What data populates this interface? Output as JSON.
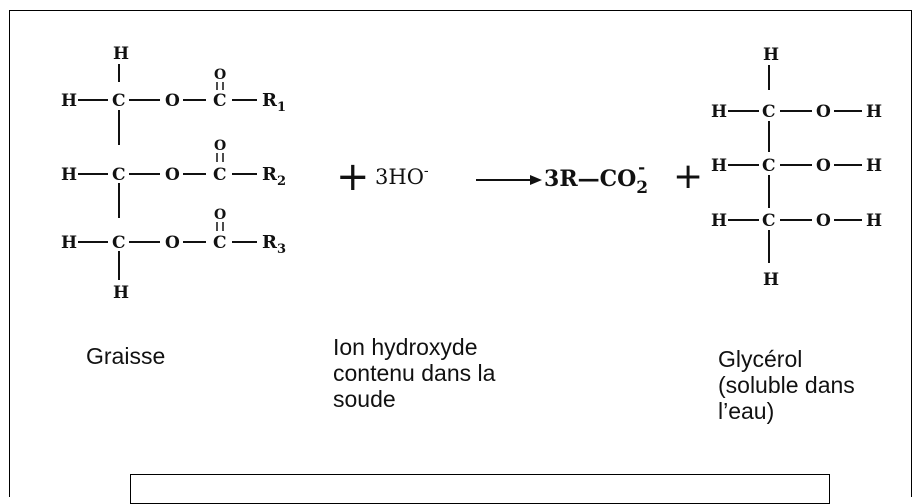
{
  "fat": {
    "h_top": "H",
    "h_bottom": "H",
    "rows": [
      {
        "h": "H",
        "c": "C",
        "o": "O",
        "carbonyl_o": "O",
        "carbonyl_c": "C",
        "r": "R",
        "sub": "1"
      },
      {
        "h": "H",
        "c": "C",
        "o": "O",
        "carbonyl_o": "O",
        "carbonyl_c": "C",
        "r": "R",
        "sub": "2"
      },
      {
        "h": "H",
        "c": "C",
        "o": "O",
        "carbonyl_o": "O",
        "carbonyl_c": "C",
        "r": "R",
        "sub": "3"
      }
    ]
  },
  "reaction": {
    "plus_1": "+",
    "hydroxide_coef": "3",
    "hydroxide": "HO",
    "hydroxide_charge": "-",
    "product_coef": "3",
    "carboxylate": "R—CO",
    "carboxylate_sub": "2",
    "carboxylate_charge": "-",
    "plus_2": "+"
  },
  "glycerol": {
    "h_top": "H",
    "h_bottom": "H",
    "rows": [
      {
        "h": "H",
        "c": "C",
        "o": "O",
        "h2": "H"
      },
      {
        "h": "H",
        "c": "C",
        "o": "O",
        "h2": "H"
      },
      {
        "h": "H",
        "c": "C",
        "o": "O",
        "h2": "H"
      }
    ]
  },
  "captions": {
    "fat": "Graisse",
    "hydroxide": "Ion hydroxyde\ncontenu dans la\nsoude",
    "glycerol": "Glycérol\n(soluble dans\n l’eau)"
  }
}
